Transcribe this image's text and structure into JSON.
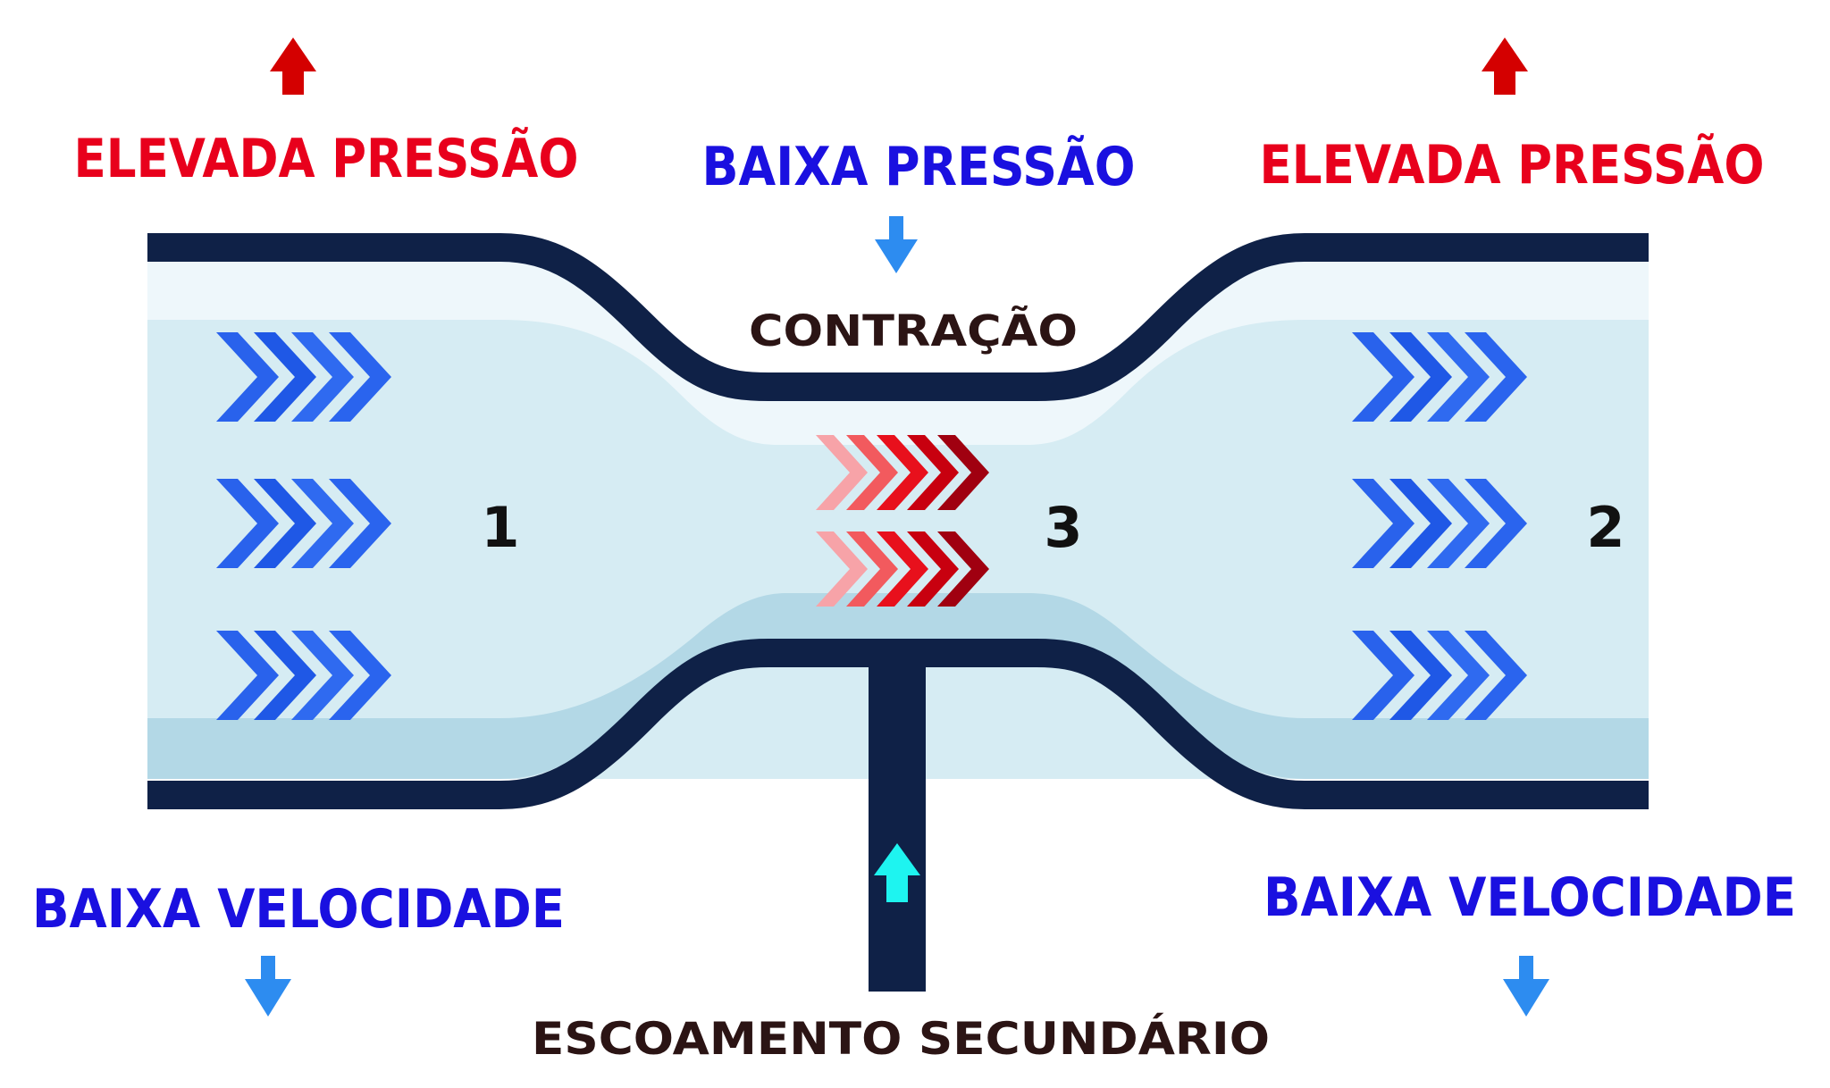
{
  "labels": {
    "high_pressure_left": "ELEVADA PRESSÃO",
    "high_pressure_right": "ELEVADA PRESSÃO",
    "low_pressure": "BAIXA PRESSÃO",
    "contraction": "CONTRAÇÃO",
    "low_velocity_left": "BAIXA VELOCIDADE",
    "low_velocity_right": "BAIXA VELOCIDADE",
    "secondary_flow": "ESCOAMENTO SECUNDÁRIO",
    "point_1": "1",
    "point_2": "2",
    "point_3": "3"
  },
  "icons": {
    "up_arrow": "arrow-up-icon",
    "down_arrow": "arrow-down-icon",
    "chevrons": "chevron-right-icon"
  },
  "colors": {
    "high_pressure_red": "#e8001c",
    "low_blue_text": "#1a10e0",
    "dark_text": "#2b1414",
    "pipe_wall": "#0f2147",
    "fluid_top": "#eef7fb",
    "fluid_mid": "#d6ecf3",
    "fluid_bottom": "#b3d8e6",
    "chevron_blue": "#1f5de8",
    "chevron_red": "#e00010",
    "arrow_red": "#d40000",
    "arrow_blue": "#2d8cf0",
    "arrow_cyan": "#1ef4f0"
  }
}
